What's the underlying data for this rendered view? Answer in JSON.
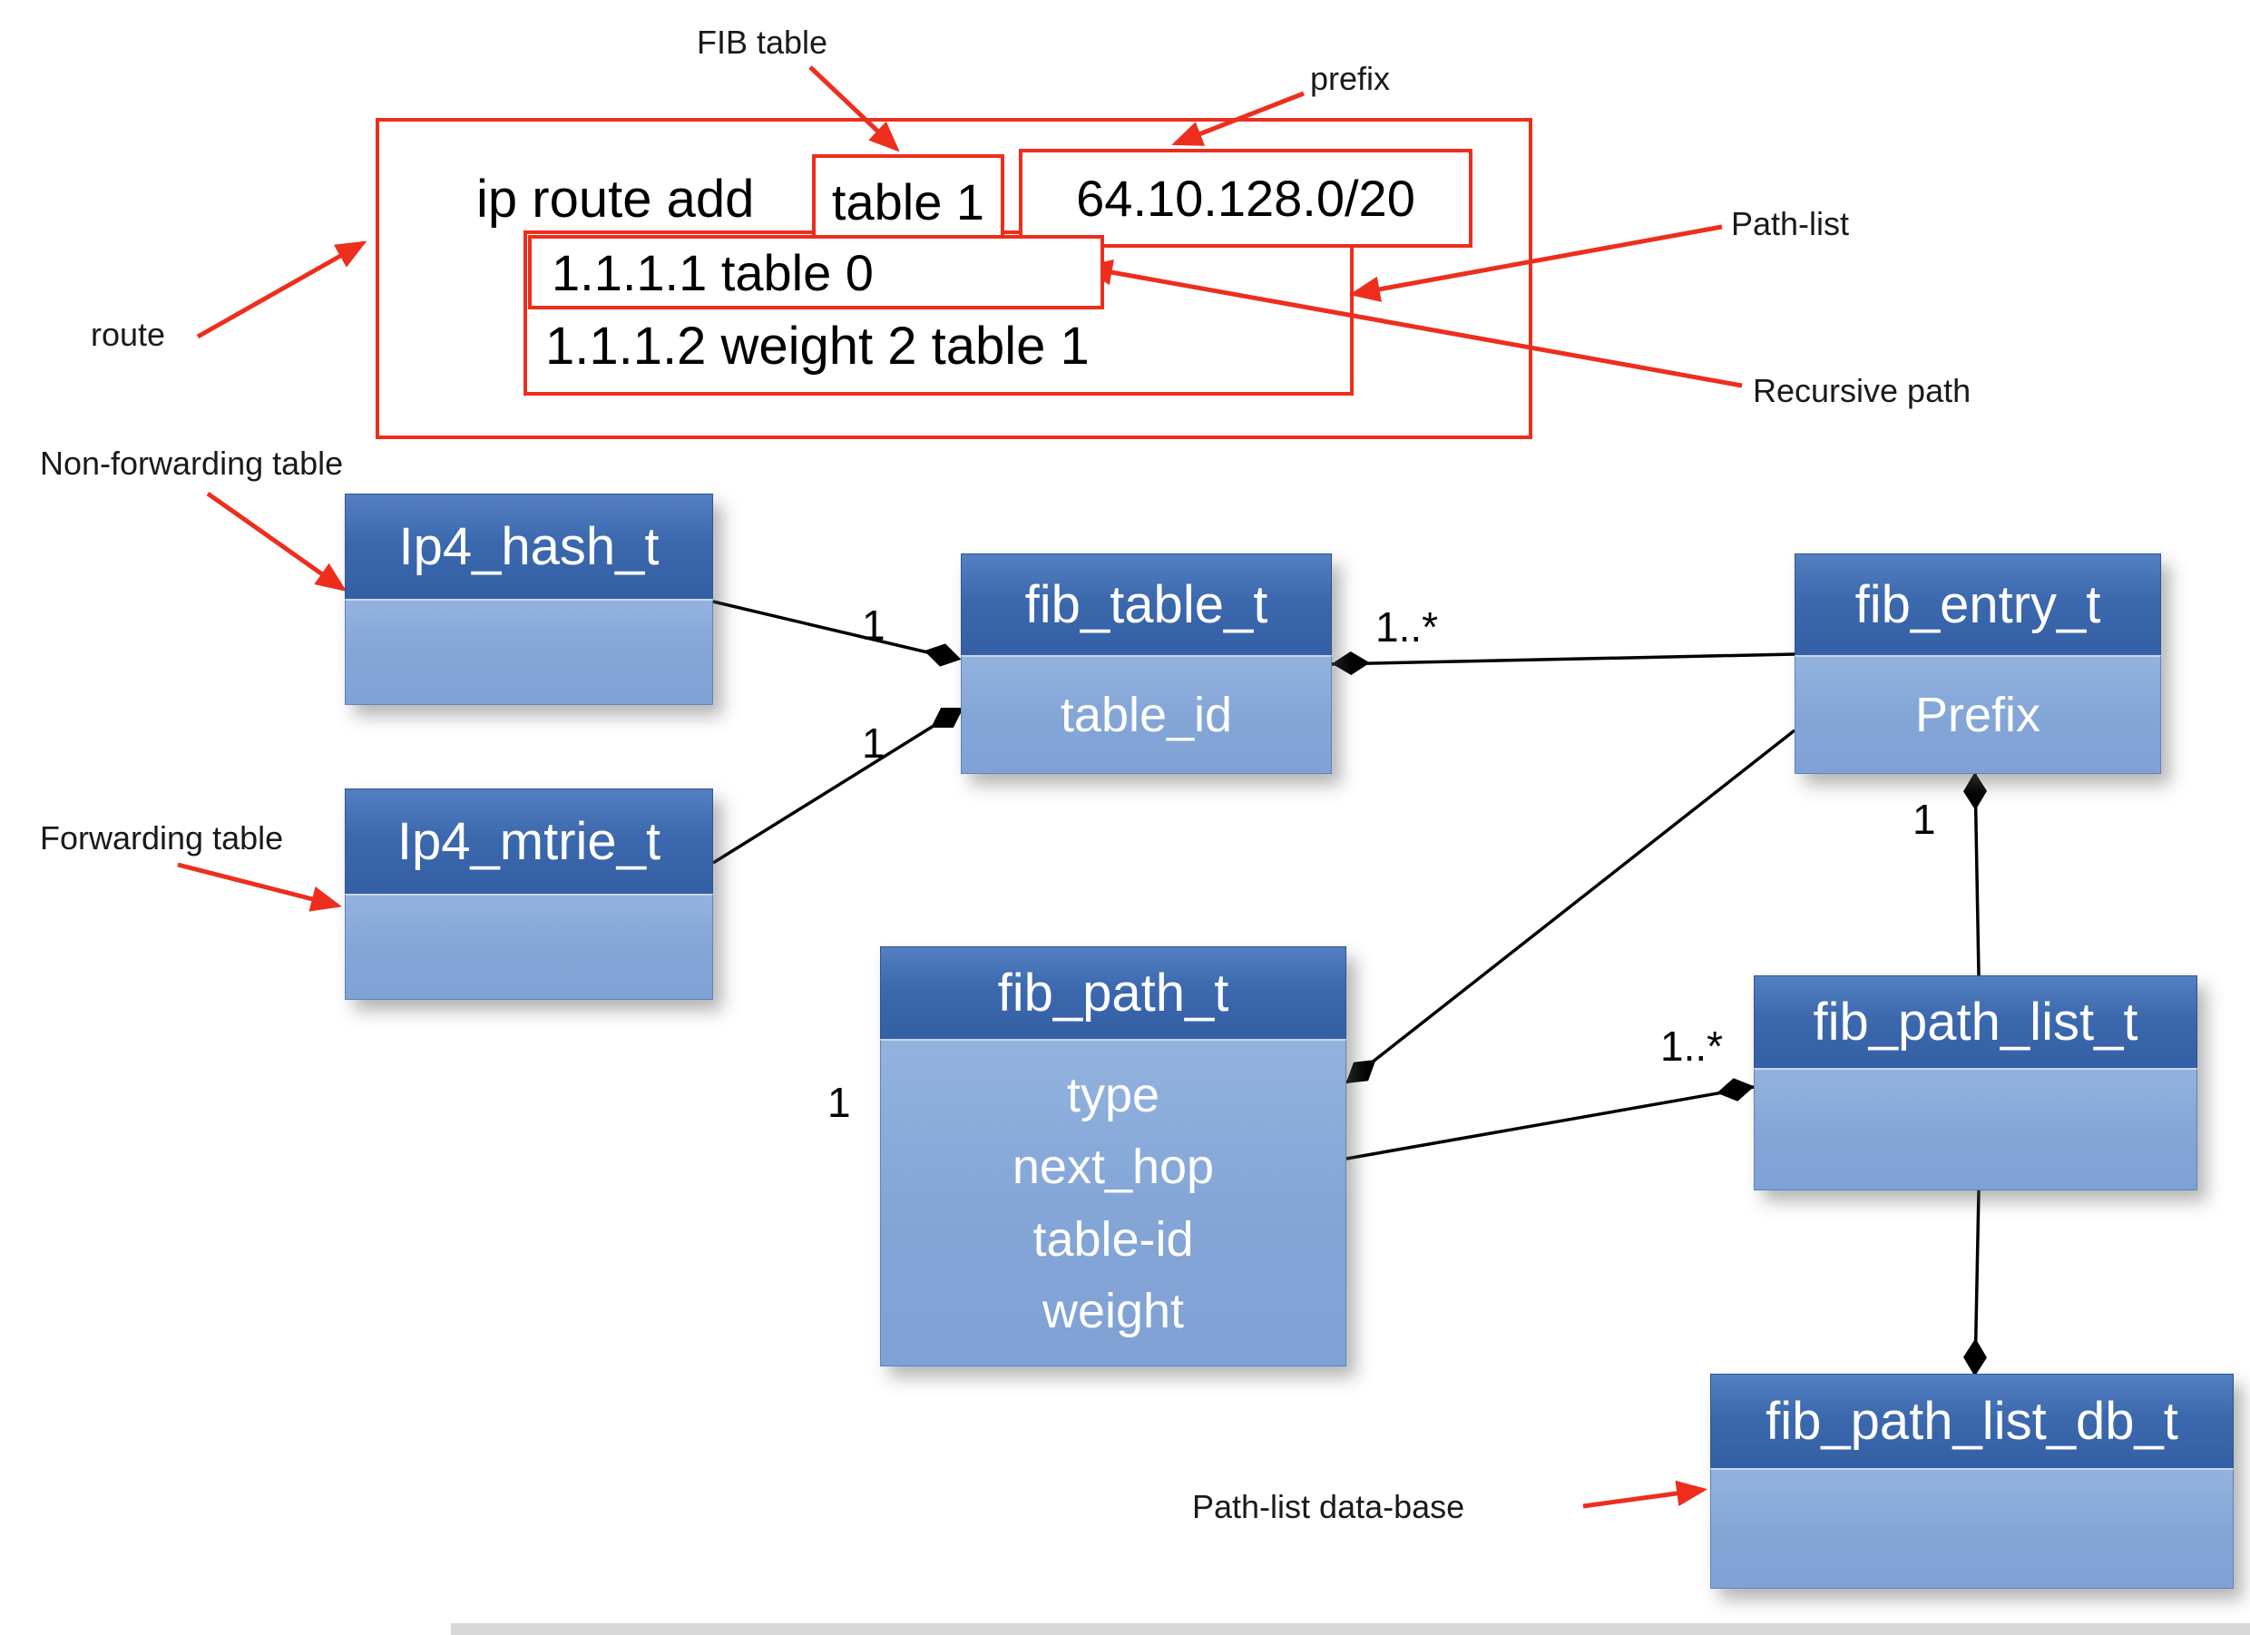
{
  "route_command": {
    "command": "ip route add",
    "fib_table": "table 1",
    "prefix": "64.10.128.0/20",
    "path_1": "1.1.1.1 table 0",
    "path_2": "1.1.1.2 weight 2 table 1"
  },
  "annotations": {
    "fib_table": "FIB table",
    "prefix": "prefix",
    "route": "route",
    "path_list": "Path-list",
    "recursive_path": "Recursive path",
    "non_forwarding_table": "Non-forwarding table",
    "forwarding_table": "Forwarding table",
    "path_list_database": "Path-list data-base"
  },
  "classes": {
    "ip4_hash": {
      "name": "Ip4_hash_t",
      "attributes": []
    },
    "ip4_mtrie": {
      "name": "Ip4_mtrie_t",
      "attributes": []
    },
    "fib_table": {
      "name": "fib_table_t",
      "attributes": [
        "table_id"
      ]
    },
    "fib_entry": {
      "name": "fib_entry_t",
      "attributes": [
        "Prefix"
      ]
    },
    "fib_path": {
      "name": "fib_path_t",
      "attributes": [
        "type",
        "next_hop",
        "table-id",
        "weight"
      ]
    },
    "fib_path_list": {
      "name": "fib_path_list_t",
      "attributes": []
    },
    "fib_path_list_db": {
      "name": "fib_path_list_db_t",
      "attributes": []
    }
  },
  "multiplicities": {
    "hash_to_table": "1",
    "mtrie_to_table": "1",
    "table_to_entry": "1..*",
    "entry_to_path_list": "1",
    "path_to_path_list": "1..*",
    "entry_to_path": "1"
  },
  "colors": {
    "class_header_blue": "#3a65ab",
    "class_body_blue": "#87a8d8",
    "annotation_red": "#ee2e1d",
    "connector_black": "#000000",
    "class_text_white": "#ffffff",
    "label_text_black": "#1a1a1a"
  }
}
